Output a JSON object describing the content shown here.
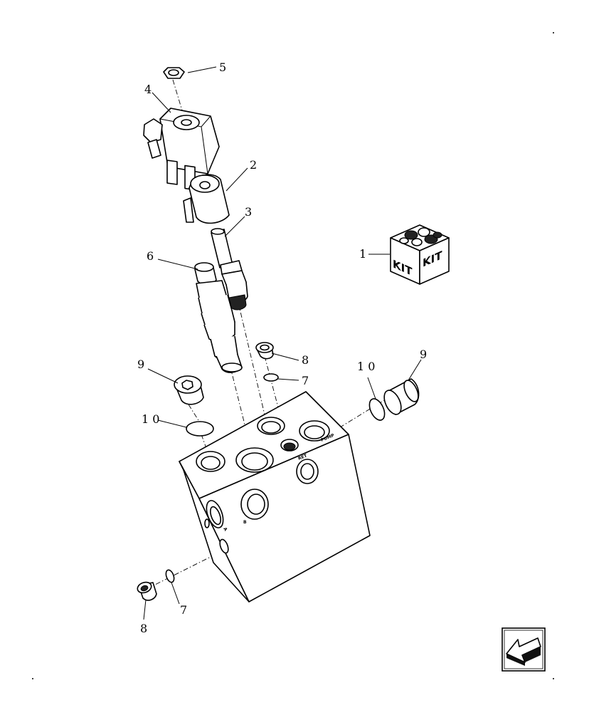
{
  "diagram": {
    "callouts": {
      "c1": "1",
      "c2": "2",
      "c3": "3",
      "c4": "4",
      "c5": "5",
      "c6": "6",
      "c7a": "7",
      "c7b": "7",
      "c8a": "8",
      "c8b": "8",
      "c9a": "9",
      "c9b": "9",
      "c10a": "1 0",
      "c10b": "1 0"
    },
    "kit_text": {
      "left": "KIT",
      "right": "KIT"
    },
    "port_labels": {
      "pump": "PUMP",
      "ret": "RET",
      "b": "B",
      "a": "A"
    },
    "nav_icon": "back-arrow-icon"
  }
}
